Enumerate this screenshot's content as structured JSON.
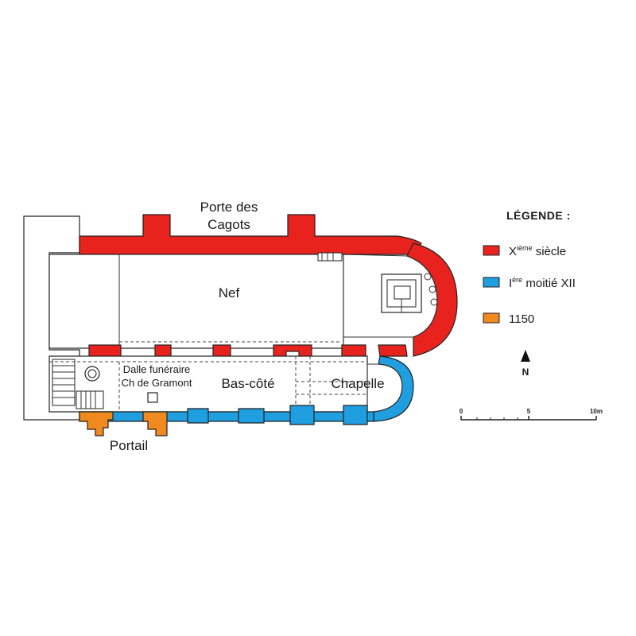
{
  "colors": {
    "xi_century": "#e8231e",
    "first_half_xii": "#1f9ee0",
    "year_1150": "#f08a1e",
    "stone": "#ffffff",
    "outline": "#222222",
    "ground": "#f3f1ec"
  },
  "labels": {
    "porte_line1": "Porte des",
    "porte_line2": "Cagots",
    "nef": "Nef",
    "dalle_line1": "Dalle funéraire",
    "dalle_line2": "Ch de Gramont",
    "bas_cote": "Bas-côté",
    "chapelle": "Chapelle",
    "portail": "Portail"
  },
  "legend": {
    "title": "LÉGENDE :",
    "items": [
      {
        "base": "X",
        "sup": "ième",
        "rest": " siècle",
        "color_key": "xi_century"
      },
      {
        "base": "I",
        "sup": "ère",
        "rest": " moitié XII",
        "color_key": "first_half_xii"
      },
      {
        "base": "1150",
        "sup": "",
        "rest": "",
        "color_key": "year_1150"
      }
    ]
  },
  "north": {
    "label": "N"
  },
  "scale_bar": {
    "ticks": [
      "0",
      "5",
      "10m"
    ]
  }
}
